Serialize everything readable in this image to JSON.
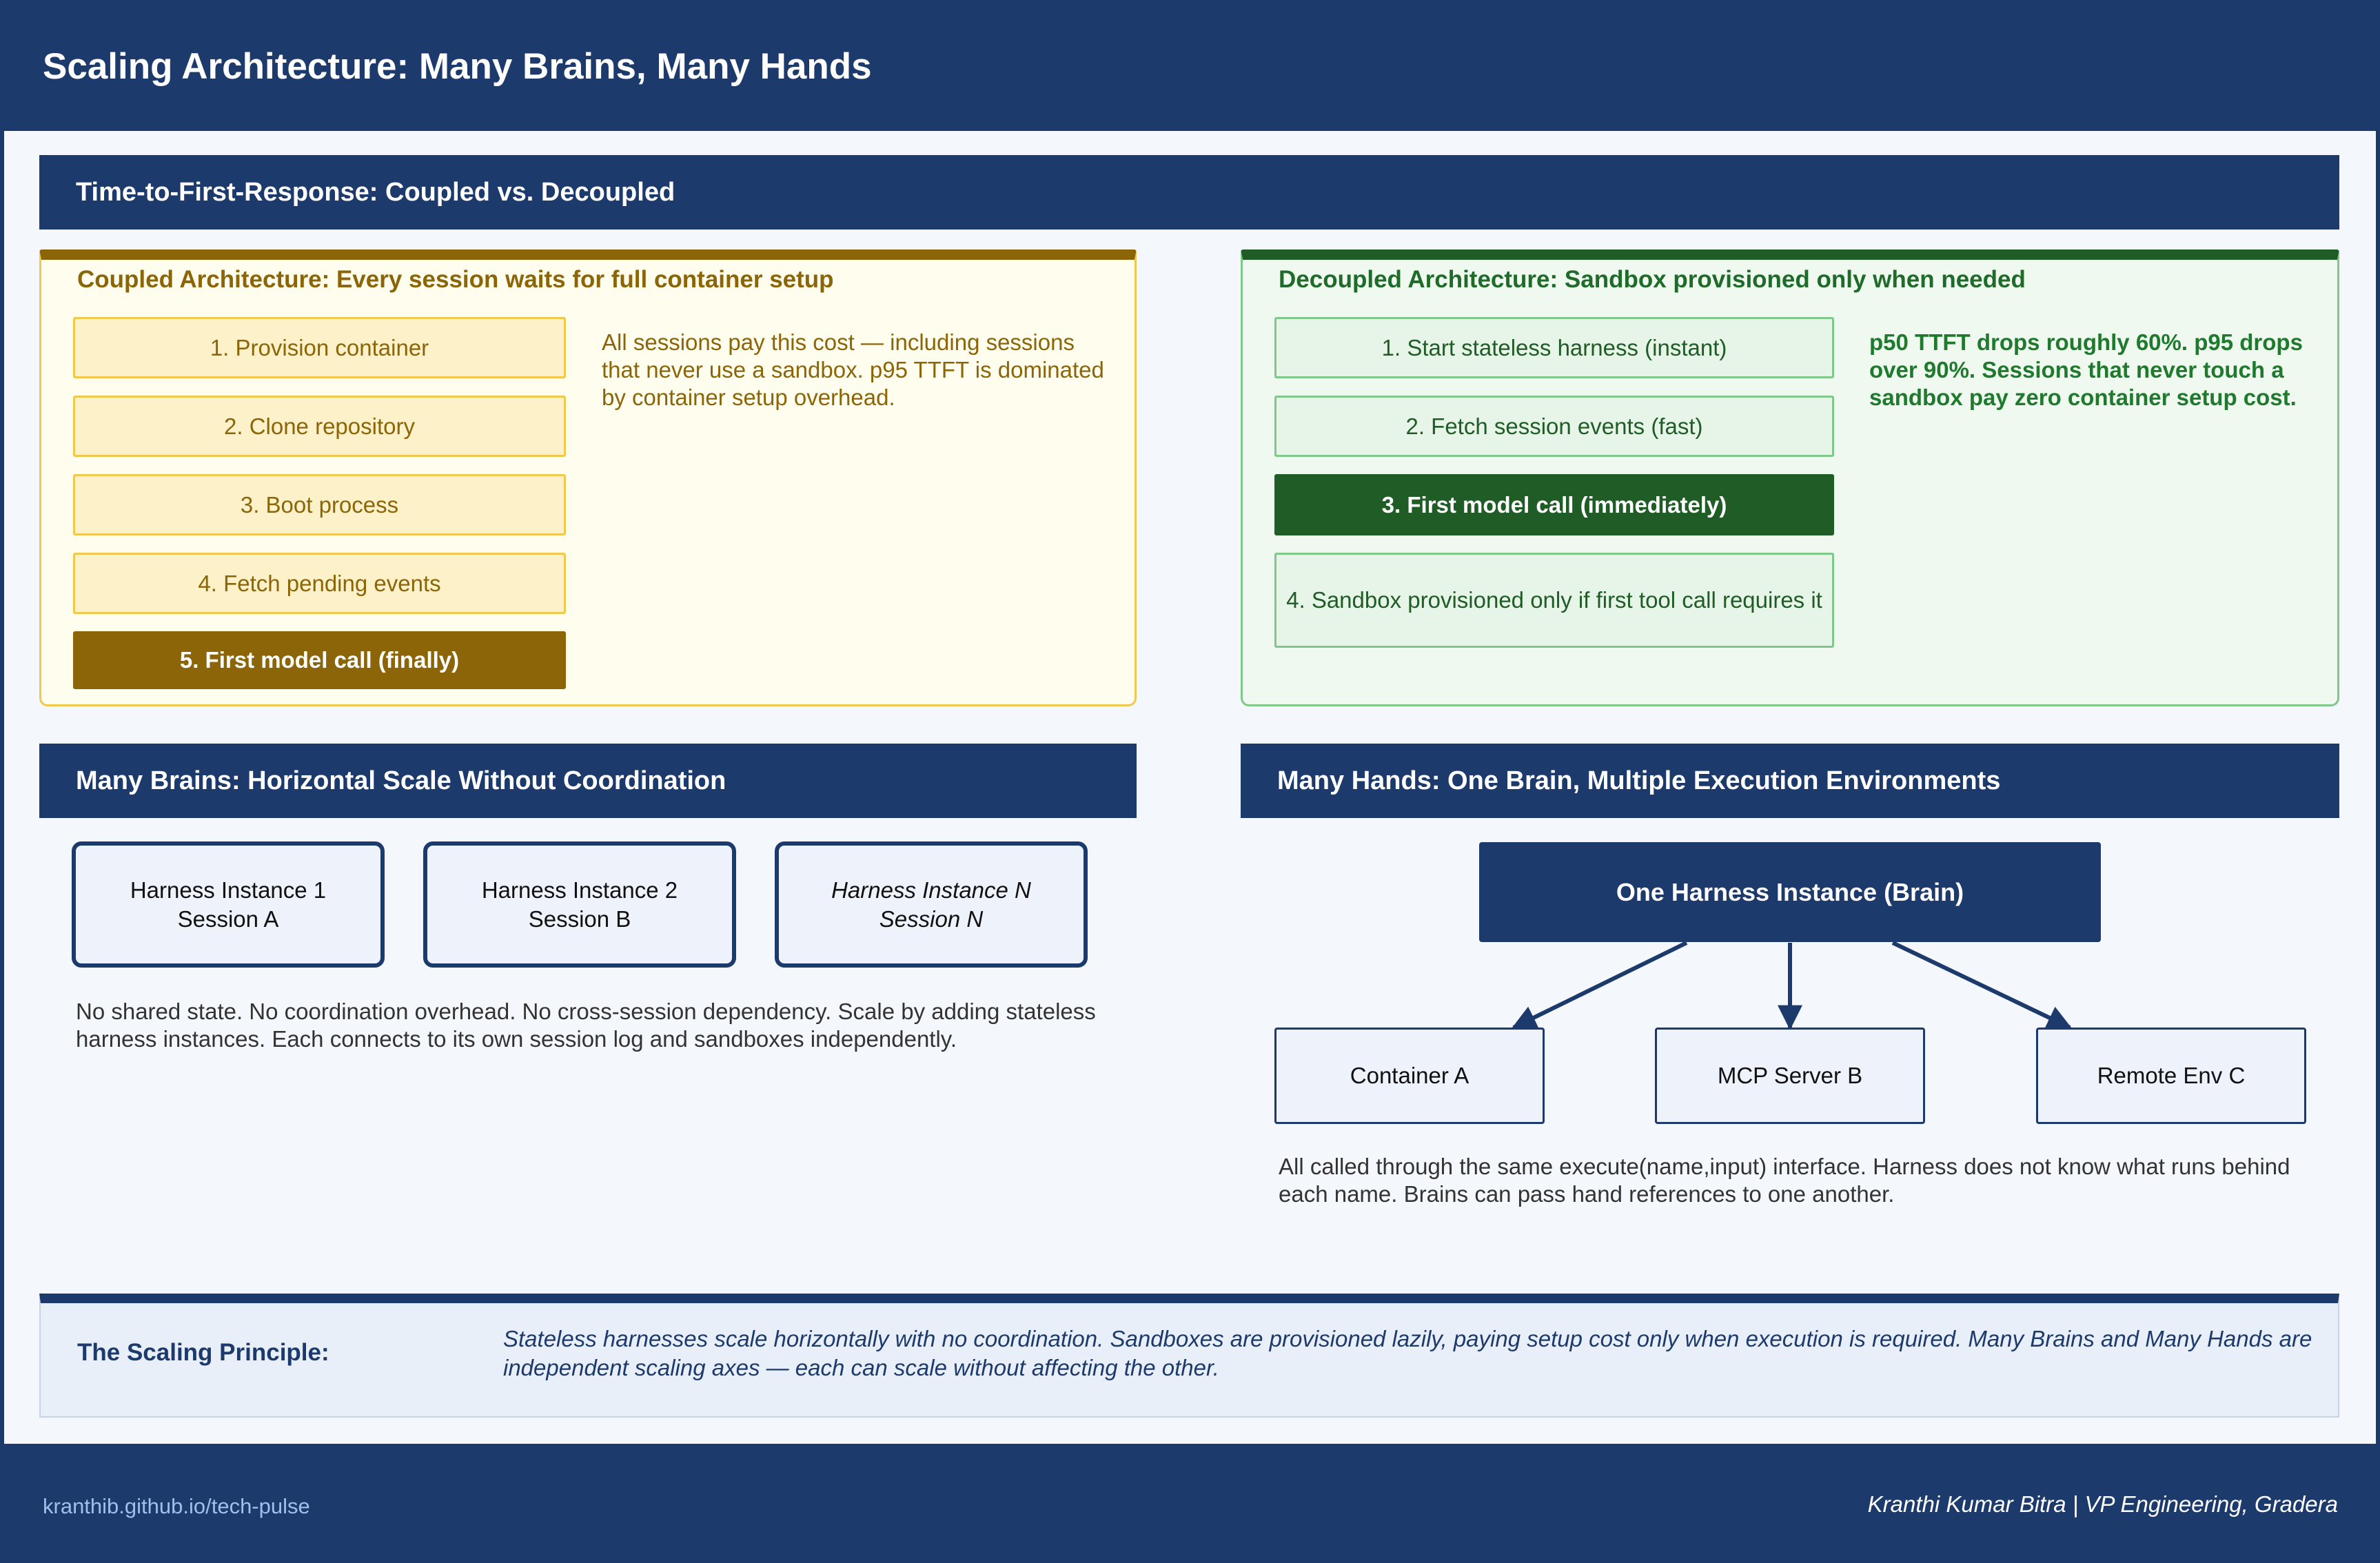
{
  "header": {
    "title": "Scaling Architecture: Many Brains, Many Hands"
  },
  "ttfr": {
    "title": "Time-to-First-Response: Coupled vs. Decoupled",
    "coupled": {
      "title": "Coupled Architecture: Every session waits for full container setup",
      "steps": [
        "1. Provision container",
        "2. Clone repository",
        "3. Boot process",
        "4. Fetch pending events",
        "5. First model call (finally)"
      ],
      "note": "All sessions pay this cost — including sessions that never use a sandbox. p95 TTFT is dominated by container setup overhead."
    },
    "decoupled": {
      "title": "Decoupled Architecture: Sandbox provisioned only when needed",
      "steps": [
        "1. Start stateless harness (instant)",
        "2. Fetch session events (fast)",
        "3. First model call (immediately)",
        "4. Sandbox provisioned only if first tool call requires it"
      ],
      "note": "p50 TTFT drops roughly 60%. p95 drops over 90%. Sessions that never touch a sandbox pay zero container setup cost."
    }
  },
  "brains": {
    "title": "Many Brains: Horizontal Scale Without Coordination",
    "instances": [
      {
        "line1": "Harness Instance 1",
        "line2": "Session A"
      },
      {
        "line1": "Harness Instance 2",
        "line2": "Session B"
      },
      {
        "line1": "Harness Instance N",
        "line2": "Session N"
      }
    ],
    "note": "No shared state. No coordination overhead. No cross-session dependency. Scale by adding stateless harness instances. Each connects to its own session log and sandboxes independently."
  },
  "hands": {
    "title": "Many Hands: One Brain, Multiple Execution Environments",
    "brain": "One Harness Instance (Brain)",
    "targets": [
      "Container A",
      "MCP Server B",
      "Remote Env C"
    ],
    "note": "All called through the same execute(name,input) interface. Harness does not know what runs behind each name. Brains can pass hand references to one another."
  },
  "principle": {
    "label": "The Scaling Principle:",
    "text": "Stateless harnesses scale horizontally with no coordination. Sandboxes are provisioned lazily, paying setup cost only when execution is required. Many Brains and Many Hands are independent scaling axes — each can scale without affecting the other."
  },
  "footer": {
    "left": "kranthib.github.io/tech-pulse",
    "right": "Kranthi Kumar Bitra | VP Engineering, Gradera"
  },
  "colors": {
    "navy": "#1d3a6c",
    "coupled_accent": "#8b6508",
    "decoupled_accent": "#1f5c26"
  }
}
